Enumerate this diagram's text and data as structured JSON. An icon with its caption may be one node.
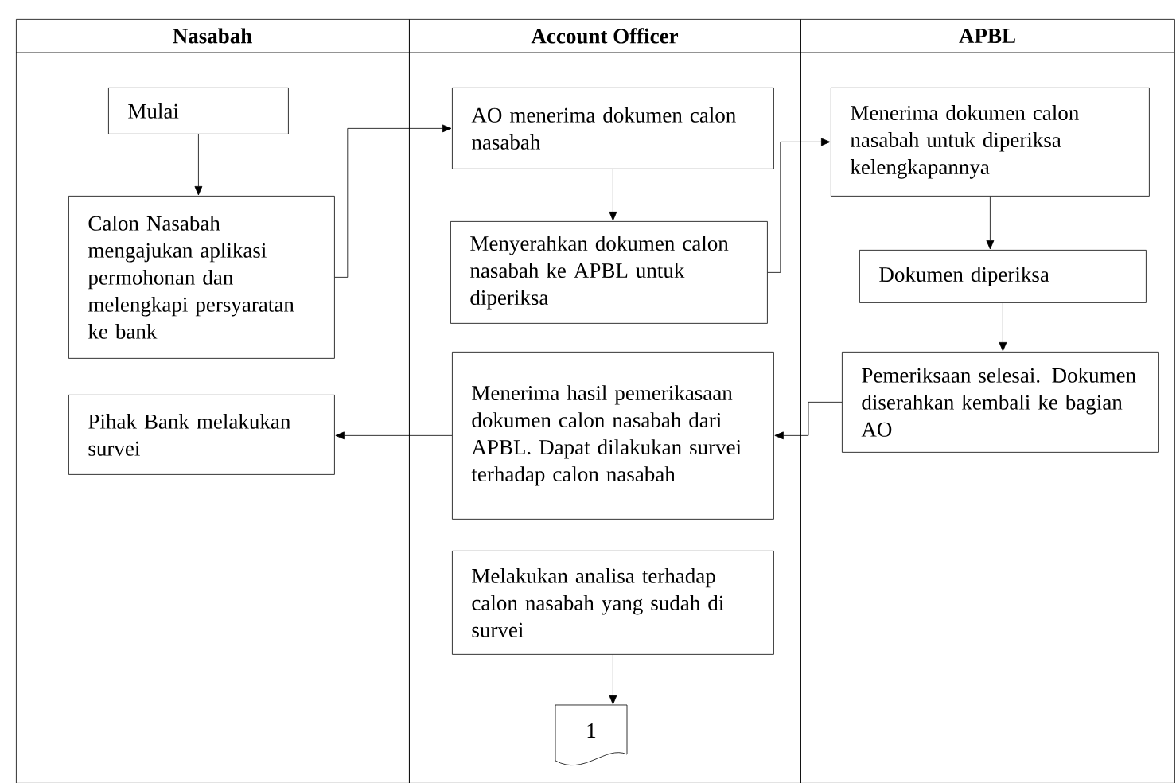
{
  "diagram": {
    "nodes": [
      {
        "text": [
          "Nasabah"
        ]
      },
      {
        "text": [
          "Account Officer"
        ]
      },
      {
        "text": [
          "APBL"
        ]
      },
      {
        "text": [
          "Mulai"
        ],
        "in": 0
      },
      {
        "text": [
          "Calon Nasabah mengajukan aplikasi permohonan dan melengkapi persyaratan ke bank"
        ],
        "in": 0
      },
      {
        "text": [
          "Pihak Bank melakukan survei"
        ],
        "in": 0
      },
      {
        "text": [
          "AO menerima dokumen calon nasabah"
        ],
        "in": 1
      },
      {
        "text": [
          "Menyerahkan dokumen calon nasabah ke APBL untuk diperiksa"
        ],
        "in": 1
      },
      {
        "text": [
          "Menerima hasil pemerikasaan dokumen calon nasabah dari APBL. Dapat dilakukan survei terhadap calon nasabah"
        ],
        "in": 1
      },
      {
        "text": [
          "Melakukan analisa terhadap calon nasabah yang sudah di survei"
        ],
        "in": 1
      },
      {
        "text": [
          "1"
        ],
        "in": 1
      },
      {
        "text": [
          "Menerima dokumen calon nasabah untuk diperiksa kelengkapannya"
        ],
        "in": 2
      },
      {
        "text": [
          "Dokumen diperiksa"
        ],
        "in": 2
      },
      {
        "text": [
          "Pemeriksaan selesai. Dokumen diserahkan kembali ke bagian AO"
        ],
        "in": 2
      }
    ],
    "edges": [
      {
        "from": 3,
        "to": 4,
        "arrow": "to"
      },
      {
        "from": 4,
        "to": 6,
        "arrow": "to"
      },
      {
        "from": 6,
        "to": 7,
        "arrow": "to"
      },
      {
        "from": 7,
        "to": 11,
        "arrow": "to"
      },
      {
        "from": 11,
        "to": 12,
        "arrow": "to"
      },
      {
        "from": 12,
        "to": 13,
        "arrow": "to"
      },
      {
        "from": 13,
        "to": 8,
        "arrow": "to"
      },
      {
        "from": 8,
        "to": 5,
        "arrow": "to"
      },
      {
        "from": 9,
        "to": 10,
        "arrow": "to"
      }
    ]
  }
}
